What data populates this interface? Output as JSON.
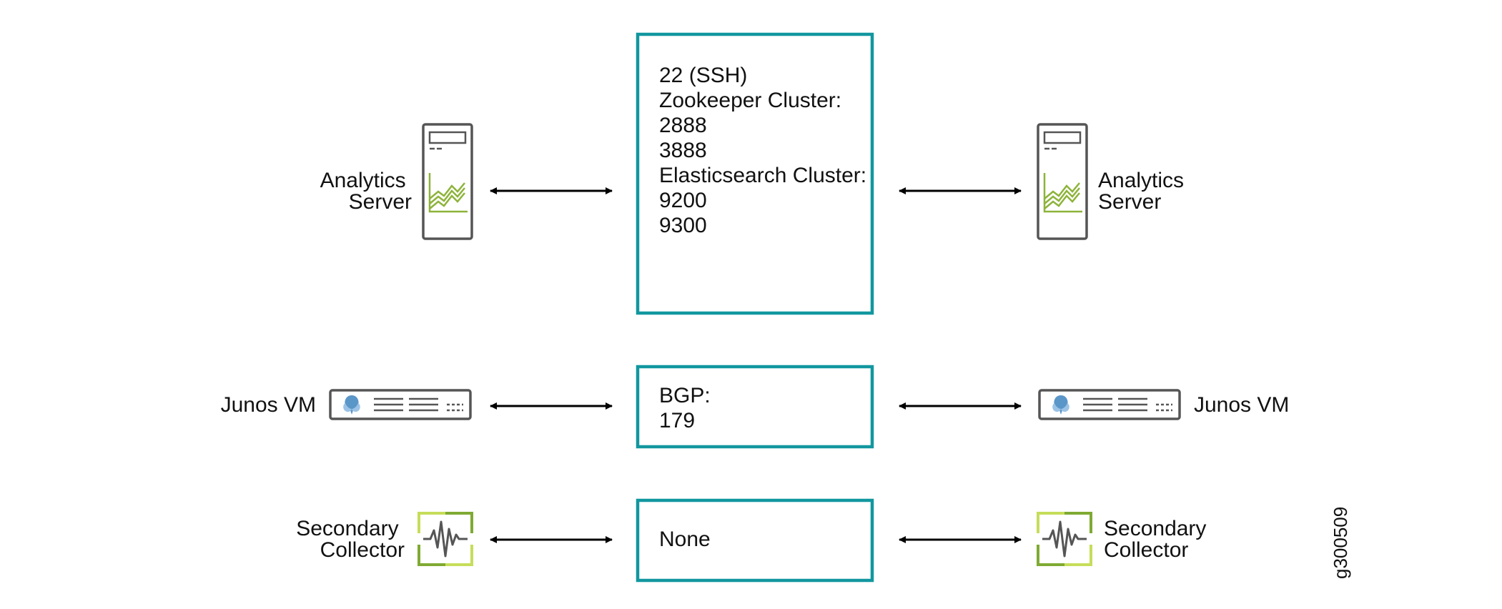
{
  "rows": [
    {
      "id": "analytics",
      "left_label": [
        "Analytics",
        "Server"
      ],
      "right_label": [
        "Analytics",
        "Server"
      ],
      "icon": "analytics-server-icon",
      "box_lines": [
        "22 (SSH)",
        "",
        "Zookeeper Cluster:",
        "2888",
        "3888",
        "",
        "Elasticsearch Cluster:",
        "9200",
        "9300"
      ]
    },
    {
      "id": "junos",
      "left_label": [
        "Junos VM"
      ],
      "right_label": [
        "Junos VM"
      ],
      "icon": "junos-vm-icon",
      "box_lines": [
        "BGP:",
        "179"
      ]
    },
    {
      "id": "collector",
      "left_label": [
        "Secondary",
        "Collector"
      ],
      "right_label": [
        "Secondary",
        "Collector"
      ],
      "icon": "secondary-collector-icon",
      "box_lines": [
        "None"
      ]
    }
  ],
  "figure_id": "g300509",
  "colors": {
    "box_border": "#12979f",
    "server_outline": "#555555",
    "chart_green": "#8db33a",
    "collector_light_green": "#c6dd5a",
    "collector_dark_green": "#7faa33",
    "junos_blue": "#5b96c8",
    "arrow": "#000000"
  }
}
